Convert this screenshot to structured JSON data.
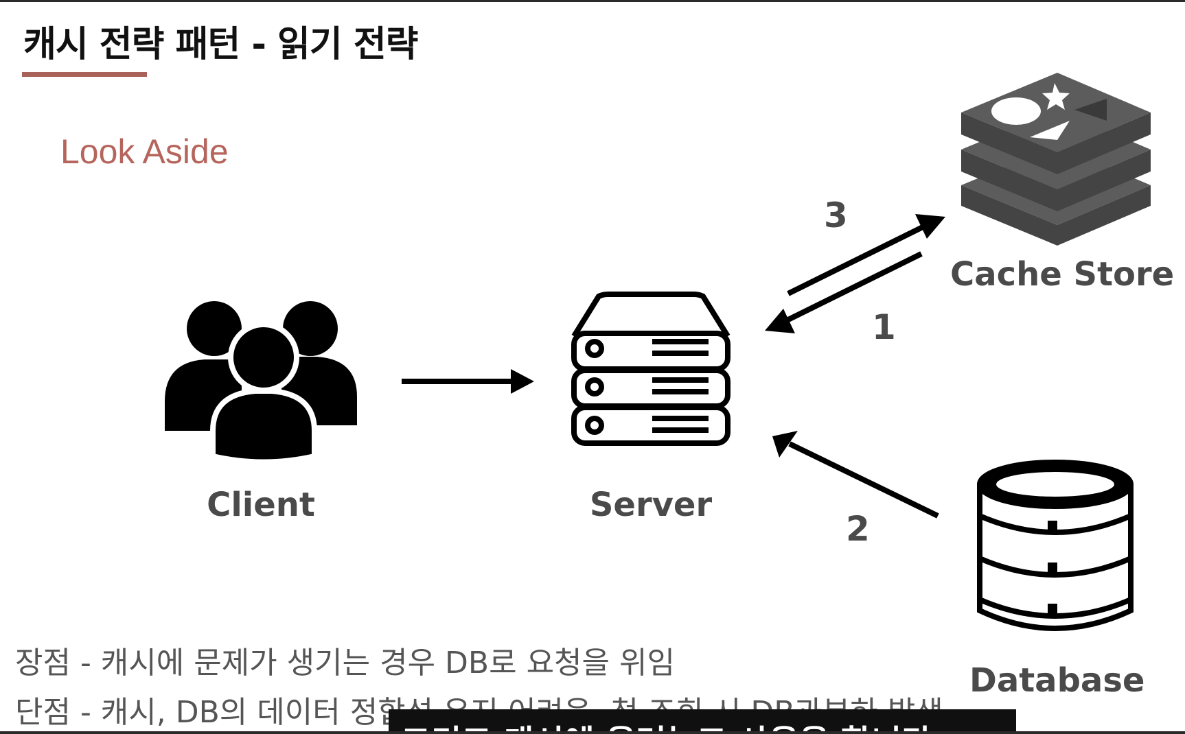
{
  "slide": {
    "title": "캐시 전략 패턴 - 읽기 전략",
    "pattern": "Look Aside"
  },
  "nodes": {
    "client": "Client",
    "server": "Server",
    "cache": "Cache Store",
    "database": "Database"
  },
  "steps": {
    "one": "1",
    "two": "2",
    "three": "3"
  },
  "notes": {
    "pros": "장점 - 캐시에 문제가 생기는 경우 DB로 요청을 위임",
    "cons": "단점 - 캐시, DB의 데이터 정합성 유지 어려움, 첫 조회 시 DB과부하 발생"
  },
  "subtitle": "그리고 캐시에 올려놓고 사용을 합니다"
}
